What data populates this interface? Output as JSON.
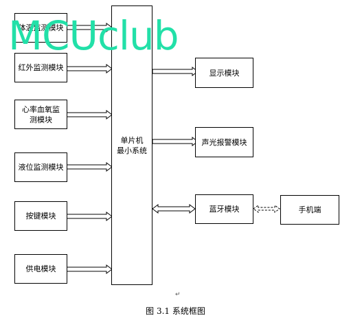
{
  "diagram": {
    "watermark": "MCUclub",
    "left_modules": [
      {
        "label": "体温监测模块"
      },
      {
        "label": "红外监测模块"
      },
      {
        "label": "心率血氧监测模块"
      },
      {
        "label": "液位监测模块"
      },
      {
        "label": "按键模块"
      },
      {
        "label": "供电模块"
      }
    ],
    "mcu_label_line1": "单片机",
    "mcu_label_line2": "最小系统",
    "right_modules": {
      "display": "显示模块",
      "alarm": "声光报警模块",
      "bluetooth": "蓝牙模块",
      "phone": "手机端"
    },
    "caption": "图 3.1 系统框图",
    "paragraph_mark": "↵"
  }
}
